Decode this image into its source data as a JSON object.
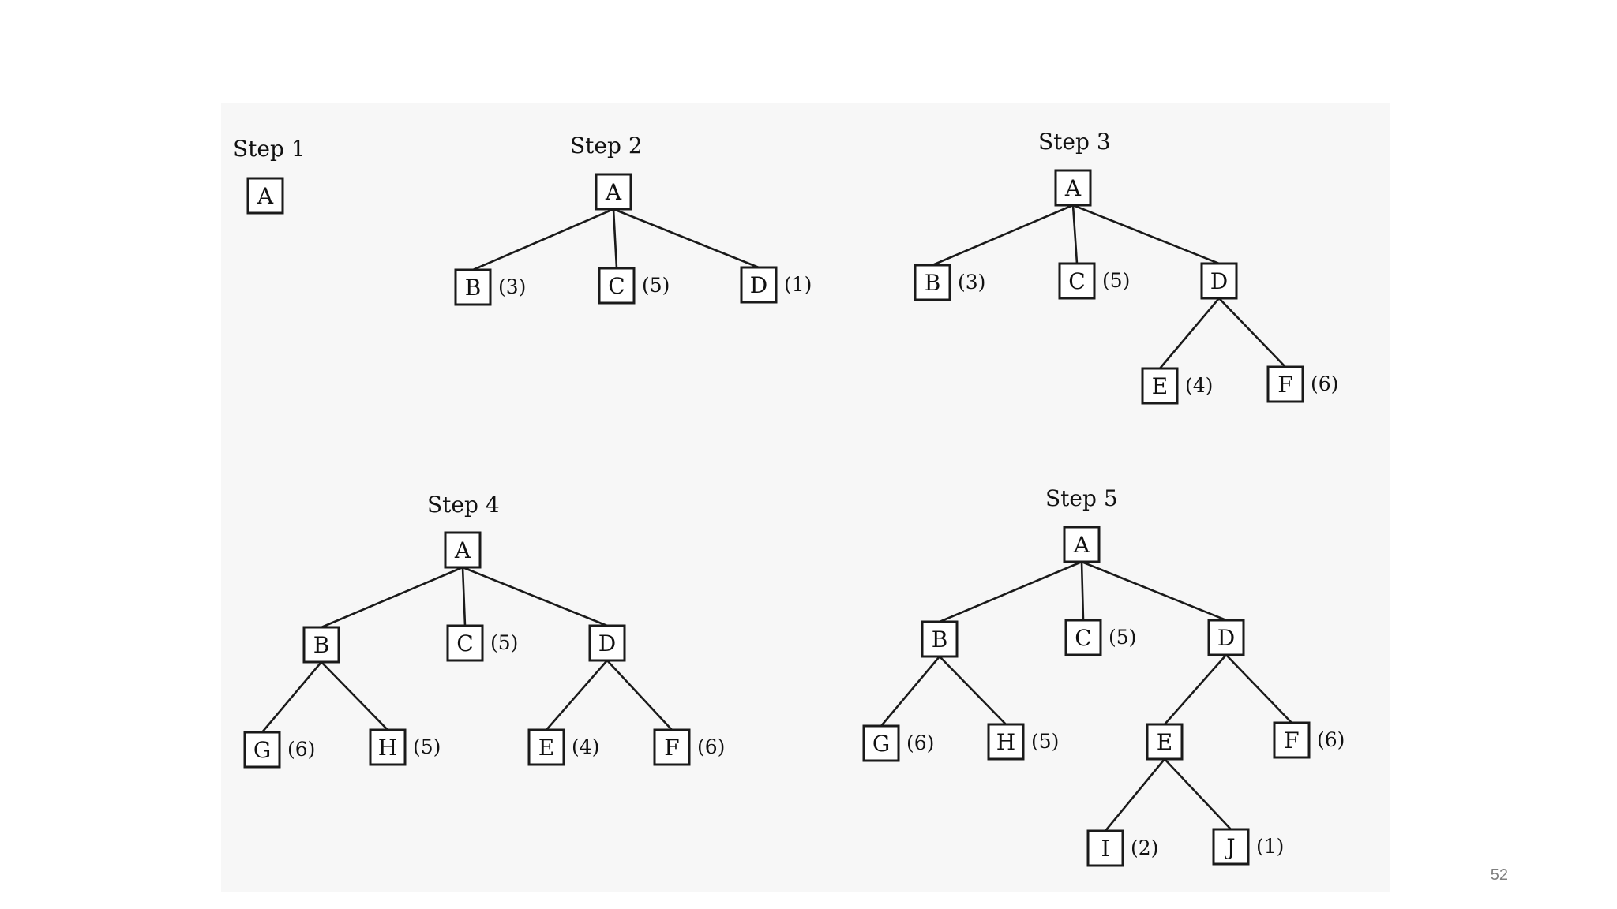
{
  "page_number": "52",
  "steps": [
    {
      "title": "Step 1",
      "nodes": [
        {
          "id": "A",
          "value": ""
        }
      ],
      "edges": []
    },
    {
      "title": "Step 2",
      "nodes": [
        {
          "id": "A",
          "value": ""
        },
        {
          "id": "B",
          "value": "(3)"
        },
        {
          "id": "C",
          "value": "(5)"
        },
        {
          "id": "D",
          "value": "(1)"
        }
      ],
      "edges": [
        [
          "A",
          "B"
        ],
        [
          "A",
          "C"
        ],
        [
          "A",
          "D"
        ]
      ]
    },
    {
      "title": "Step 3",
      "nodes": [
        {
          "id": "A",
          "value": ""
        },
        {
          "id": "B",
          "value": "(3)"
        },
        {
          "id": "C",
          "value": "(5)"
        },
        {
          "id": "D",
          "value": ""
        },
        {
          "id": "E",
          "value": "(4)"
        },
        {
          "id": "F",
          "value": "(6)"
        }
      ],
      "edges": [
        [
          "A",
          "B"
        ],
        [
          "A",
          "C"
        ],
        [
          "A",
          "D"
        ],
        [
          "D",
          "E"
        ],
        [
          "D",
          "F"
        ]
      ]
    },
    {
      "title": "Step 4",
      "nodes": [
        {
          "id": "A",
          "value": ""
        },
        {
          "id": "B",
          "value": ""
        },
        {
          "id": "C",
          "value": "(5)"
        },
        {
          "id": "D",
          "value": ""
        },
        {
          "id": "G",
          "value": "(6)"
        },
        {
          "id": "H",
          "value": "(5)"
        },
        {
          "id": "E",
          "value": "(4)"
        },
        {
          "id": "F",
          "value": "(6)"
        }
      ],
      "edges": [
        [
          "A",
          "B"
        ],
        [
          "A",
          "C"
        ],
        [
          "A",
          "D"
        ],
        [
          "B",
          "G"
        ],
        [
          "B",
          "H"
        ],
        [
          "D",
          "E"
        ],
        [
          "D",
          "F"
        ]
      ]
    },
    {
      "title": "Step 5",
      "nodes": [
        {
          "id": "A",
          "value": ""
        },
        {
          "id": "B",
          "value": ""
        },
        {
          "id": "C",
          "value": "(5)"
        },
        {
          "id": "D",
          "value": ""
        },
        {
          "id": "G",
          "value": "(6)"
        },
        {
          "id": "H",
          "value": "(5)"
        },
        {
          "id": "E",
          "value": ""
        },
        {
          "id": "F",
          "value": "(6)"
        },
        {
          "id": "I",
          "value": "(2)"
        },
        {
          "id": "J",
          "value": "(1)"
        }
      ],
      "edges": [
        [
          "A",
          "B"
        ],
        [
          "A",
          "C"
        ],
        [
          "A",
          "D"
        ],
        [
          "B",
          "G"
        ],
        [
          "B",
          "H"
        ],
        [
          "D",
          "E"
        ],
        [
          "D",
          "F"
        ],
        [
          "E",
          "I"
        ],
        [
          "E",
          "J"
        ]
      ]
    }
  ]
}
